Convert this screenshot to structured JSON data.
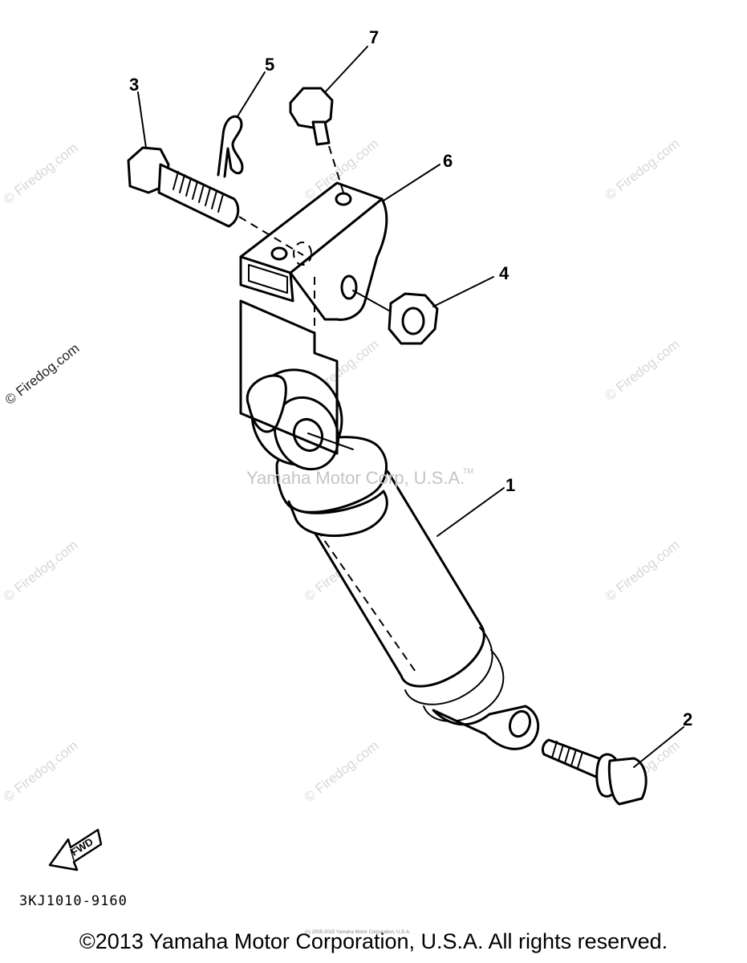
{
  "watermark": {
    "site": "© Firedog.com",
    "center": "Yamaha Motor Corp, U.S.A.",
    "tm": "TM"
  },
  "callouts": [
    "1",
    "2",
    "3",
    "4",
    "5",
    "6",
    "7"
  ],
  "fwd_label": "FWD",
  "part_code": "3KJ1010-9160",
  "tiny_note": "(c) 2005-2015 Yamaha Motor Corporation, U.S.A.",
  "copyright": "©2013 Yamaha Motor Corporation, U.S.A. All rights reserved."
}
